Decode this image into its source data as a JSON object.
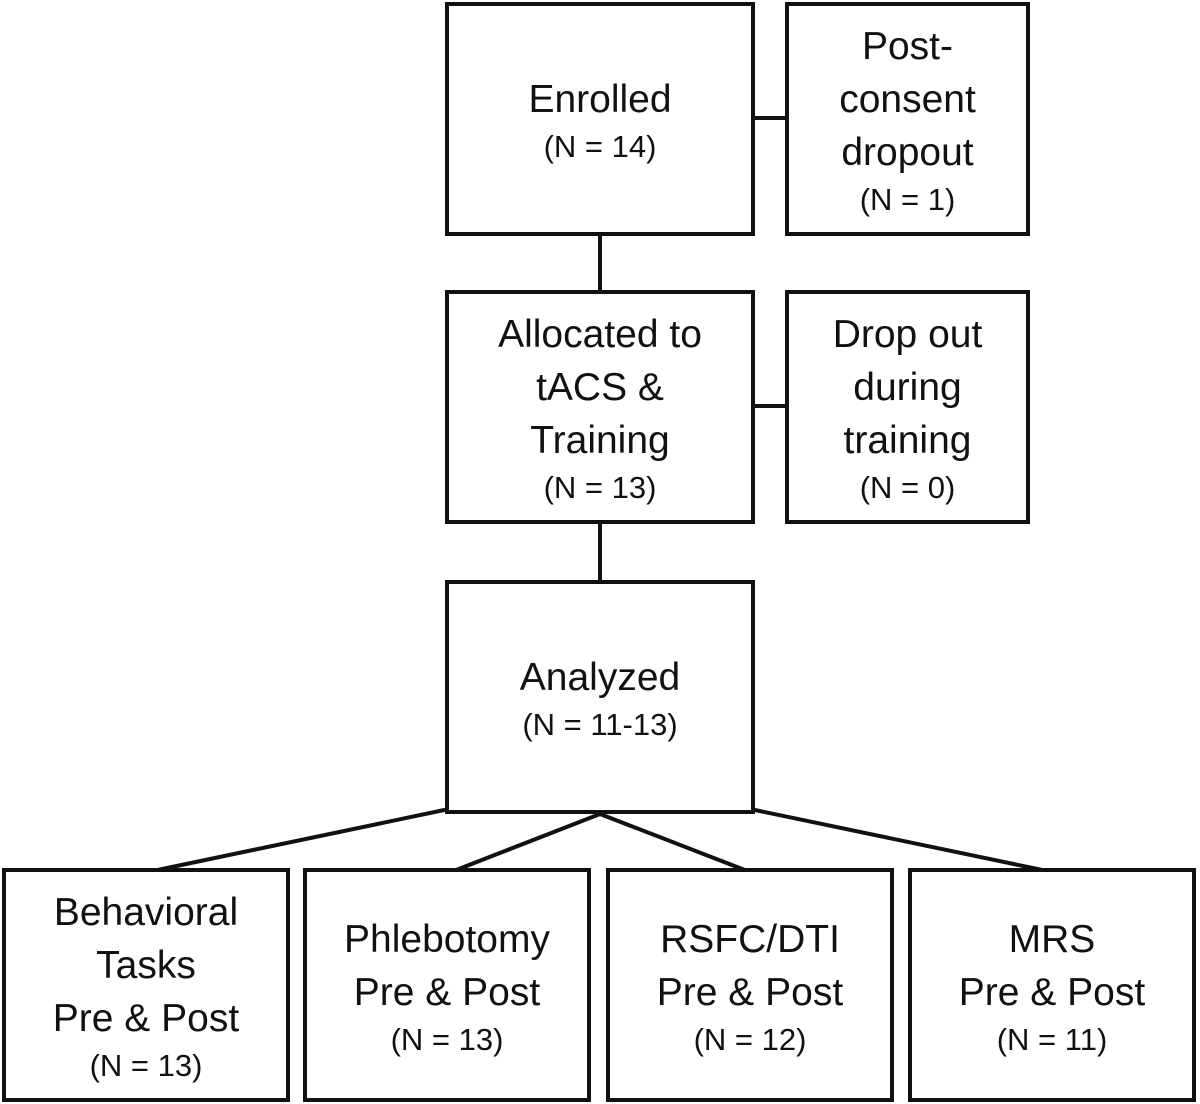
{
  "enrolled": {
    "lines": [
      "Enrolled"
    ],
    "count": "(N = 14)"
  },
  "post_consent_dropout": {
    "lines": [
      "Post-",
      "consent",
      "dropout"
    ],
    "count": "(N = 1)"
  },
  "allocated": {
    "lines": [
      "Allocated to",
      "tACS &",
      "Training"
    ],
    "count": "(N = 13)"
  },
  "training_dropout": {
    "lines": [
      "Drop out",
      "during",
      "training"
    ],
    "count": "(N = 0)"
  },
  "analyzed": {
    "lines": [
      "Analyzed"
    ],
    "count": "(N = 11-13)"
  },
  "outcomes": [
    {
      "lines": [
        "Behavioral",
        "Tasks",
        "Pre & Post"
      ],
      "count": "(N = 13)"
    },
    {
      "lines": [
        "Phlebotomy",
        "Pre & Post"
      ],
      "count": "(N = 13)"
    },
    {
      "lines": [
        "RSFC/DTI",
        "Pre & Post"
      ],
      "count": "(N = 12)"
    },
    {
      "lines": [
        "MRS",
        "Pre & Post"
      ],
      "count": "(N = 11)"
    }
  ]
}
